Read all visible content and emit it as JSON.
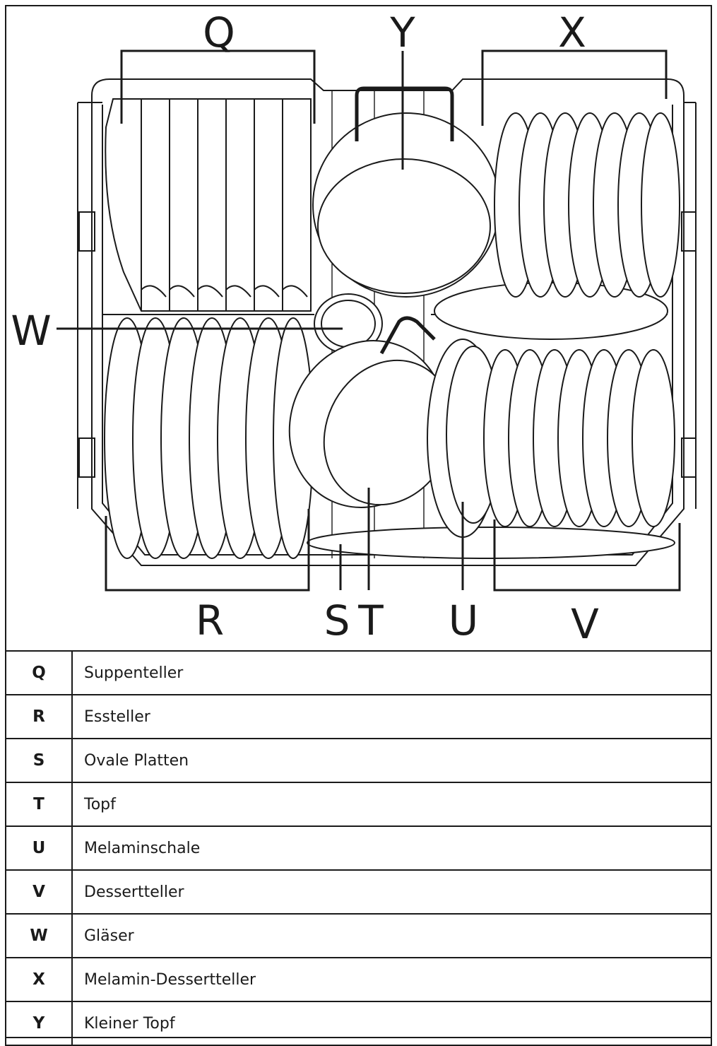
{
  "callouts": {
    "Q": "Q",
    "Y": "Y",
    "X": "X",
    "W": "W",
    "R": "R",
    "S": "S",
    "T": "T",
    "U": "U",
    "V": "V"
  },
  "legend": [
    {
      "key": "Q",
      "label": "Suppenteller"
    },
    {
      "key": "R",
      "label": "Essteller"
    },
    {
      "key": "S",
      "label": "Ovale Platten"
    },
    {
      "key": "T",
      "label": "Topf"
    },
    {
      "key": "U",
      "label": "Melaminschale"
    },
    {
      "key": "V",
      "label": "Dessertteller"
    },
    {
      "key": "W",
      "label": "Gläser"
    },
    {
      "key": "X",
      "label": "Melamin-Dessertteller"
    },
    {
      "key": "Y",
      "label": "Kleiner Topf"
    }
  ],
  "colors": {
    "ink": "#1a1a1a",
    "background": "#ffffff"
  }
}
